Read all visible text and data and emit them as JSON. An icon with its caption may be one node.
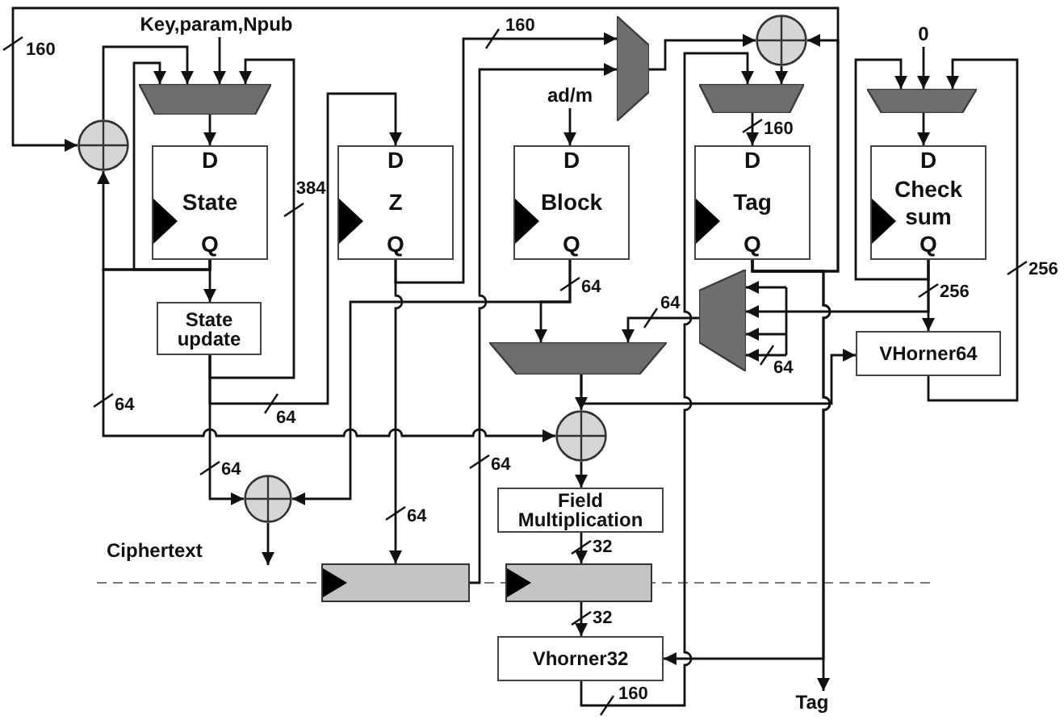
{
  "diagram": {
    "nodes": [
      {
        "text": [
          "Key,param,Npub"
        ]
      },
      {
        "text": [],
        "shape": "trapezoid"
      },
      {
        "text": [],
        "shape": "circle"
      },
      {
        "text": [
          "D",
          "State",
          "Q"
        ]
      },
      {
        "text": [
          "State update"
        ]
      },
      {
        "text": [
          "D",
          "Z",
          "Q"
        ]
      },
      {
        "text": [
          "ad/m"
        ]
      },
      {
        "text": [
          "D",
          "Block",
          "Q"
        ]
      },
      {
        "text": [],
        "shape": "trapezoid"
      },
      {
        "text": [],
        "shape": "circle"
      },
      {
        "text": [],
        "shape": "trapezoid"
      },
      {
        "text": [
          "D",
          "Tag",
          "Q"
        ]
      },
      {
        "text": [
          "0"
        ]
      },
      {
        "text": [],
        "shape": "trapezoid"
      },
      {
        "text": [
          "D",
          "Check sum",
          "Q"
        ]
      },
      {
        "text": [],
        "shape": "trapezoid"
      },
      {
        "text": [
          "VHorner64"
        ]
      },
      {
        "text": [],
        "shape": "trapezoid"
      },
      {
        "text": [],
        "shape": "circle"
      },
      {
        "text": [],
        "shape": "circle"
      },
      {
        "text": [
          "Field Multiplication"
        ]
      },
      {
        "text": [],
        "shape": "bar"
      },
      {
        "text": [],
        "shape": "bar"
      },
      {
        "text": [
          "Vhorner32"
        ]
      },
      {
        "text": [
          "Tag"
        ]
      }
    ],
    "edges": [
      {
        "from": 0,
        "to": 1,
        "arrow": "to"
      },
      {
        "from": 2,
        "to": 1,
        "arrow": "to"
      },
      {
        "from": 3,
        "to": 1,
        "arrow": "to"
      },
      {
        "from": 4,
        "to": 1,
        "arrow": "to",
        "label": "384"
      },
      {
        "from": 1,
        "to": 3,
        "arrow": "to"
      },
      {
        "from": 3,
        "to": 4,
        "arrow": "to"
      },
      {
        "from": 11,
        "to": 2,
        "arrow": "to",
        "label": "160"
      },
      {
        "from": 3,
        "to": 2,
        "arrow": "to"
      },
      {
        "from": 3,
        "to": 19,
        "arrow": "to",
        "label": "64"
      },
      {
        "from": 4,
        "to": 5,
        "arrow": "to",
        "label": "64"
      },
      {
        "from": 4,
        "to": 18,
        "arrow": "to",
        "label": "64"
      },
      {
        "from": 5,
        "to": 8,
        "arrow": "to",
        "label": "160"
      },
      {
        "from": 5,
        "to": 21,
        "arrow": "to",
        "label": "64"
      },
      {
        "from": 6,
        "to": 7,
        "arrow": "to"
      },
      {
        "from": 7,
        "to": 18,
        "arrow": "to"
      },
      {
        "from": 7,
        "to": 17,
        "arrow": "to",
        "label": "64"
      },
      {
        "from": 21,
        "to": 8,
        "arrow": "to",
        "label": "64"
      },
      {
        "from": 8,
        "to": 9,
        "arrow": "to"
      },
      {
        "from": 11,
        "to": 9,
        "arrow": "to"
      },
      {
        "from": 9,
        "to": 10,
        "arrow": "to"
      },
      {
        "from": 23,
        "to": 10,
        "arrow": "to",
        "label": "160"
      },
      {
        "from": 10,
        "to": 11,
        "arrow": "to",
        "label": "160"
      },
      {
        "from": 11,
        "to": 24,
        "arrow": "to"
      },
      {
        "from": 11,
        "to": 23,
        "arrow": "to"
      },
      {
        "from": 12,
        "to": 13,
        "arrow": "to"
      },
      {
        "from": 14,
        "to": 13,
        "arrow": "to"
      },
      {
        "from": 16,
        "to": 13,
        "arrow": "to",
        "label": "256"
      },
      {
        "from": 13,
        "to": 14,
        "arrow": "to"
      },
      {
        "from": 14,
        "to": 16,
        "arrow": "to",
        "label": "256"
      },
      {
        "from": 14,
        "to": 15,
        "arrow": "to",
        "label": "64"
      },
      {
        "from": 15,
        "to": 17,
        "arrow": "to",
        "label": "64"
      },
      {
        "from": 17,
        "to": 19,
        "arrow": "to"
      },
      {
        "from": 17,
        "to": 16,
        "arrow": "to"
      },
      {
        "from": 19,
        "to": 20,
        "arrow": "to"
      },
      {
        "from": 20,
        "to": 22,
        "arrow": "to",
        "label": "32"
      },
      {
        "from": 22,
        "to": 23,
        "arrow": "to",
        "label": "32"
      },
      {
        "from": 18,
        "to": null,
        "arrow": "to"
      }
    ],
    "labels": [
      "Ciphertext"
    ]
  }
}
